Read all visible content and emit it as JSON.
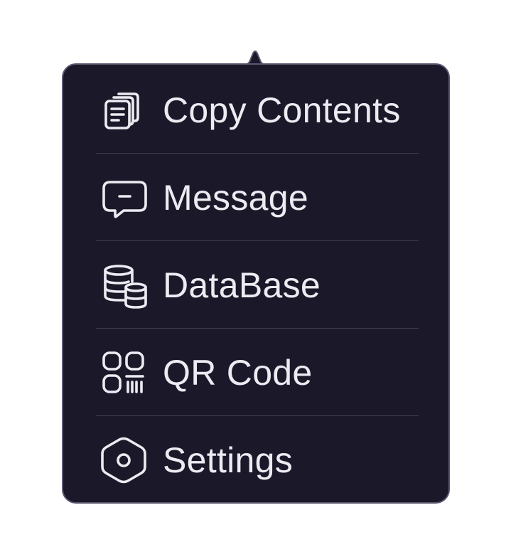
{
  "menu": {
    "items": [
      {
        "label": "Copy Contents",
        "icon": "copy-icon"
      },
      {
        "label": "Message",
        "icon": "message-icon"
      },
      {
        "label": "DataBase",
        "icon": "database-icon"
      },
      {
        "label": "QR Code",
        "icon": "qr-code-icon"
      },
      {
        "label": "Settings",
        "icon": "settings-icon"
      }
    ]
  },
  "colors": {
    "background": "#1b1929",
    "border": "#5a5870",
    "text": "#ecebf2",
    "divider": "#3e3c50"
  }
}
